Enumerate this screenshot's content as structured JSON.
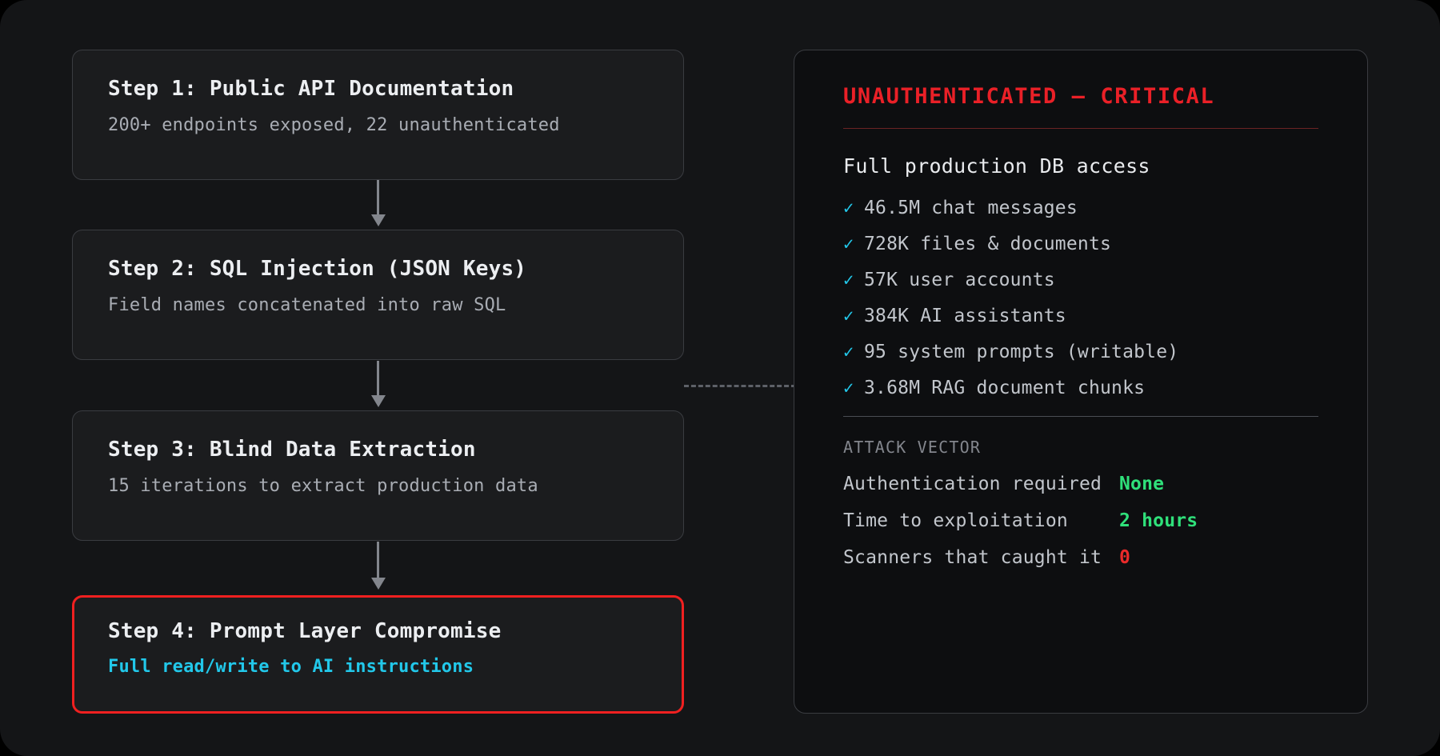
{
  "theme": {
    "background": "#000000",
    "canvas": "#141517",
    "box_fill": "#1b1c1e",
    "box_border": "#3a3c41",
    "panel_fill": "#0d0e10",
    "critical_red": "#ea2027",
    "highlight_red": "#f02020",
    "accent_cyan": "#22c8ea",
    "accent_green": "#2fe07a",
    "text_primary": "#eceef1",
    "text_secondary": "#a9adb4",
    "text_muted": "#83868d",
    "arrow": "#83868d"
  },
  "flow": {
    "steps": [
      {
        "title": "Step 1: Public API Documentation",
        "subtitle": "200+ endpoints exposed, 22 unauthenticated",
        "highlighted": false
      },
      {
        "title": "Step 2: SQL Injection (JSON Keys)",
        "subtitle": "Field names concatenated into raw SQL",
        "highlighted": false
      },
      {
        "title": "Step 3: Blind Data Extraction",
        "subtitle": "15 iterations to extract production data",
        "highlighted": false
      },
      {
        "title": "Step 4: Prompt Layer Compromise",
        "subtitle": "Full read/write to AI instructions",
        "highlighted": true
      }
    ],
    "arrow_icons": [
      "arrow-down-icon",
      "arrow-down-icon",
      "arrow-down-icon"
    ],
    "connector": "dashed-connector"
  },
  "panel": {
    "title": "UNAUTHENTICATED — CRITICAL",
    "heading": "Full production DB access",
    "check_glyph": "✓",
    "findings": [
      "46.5M chat messages",
      "728K files & documents",
      "57K user accounts",
      "384K AI assistants",
      "95 system prompts (writable)",
      "3.68M RAG document chunks"
    ],
    "section_label": "ATTACK VECTOR",
    "metrics": [
      {
        "key": "Authentication required",
        "value": "None",
        "tone": "good"
      },
      {
        "key": "Time to exploitation",
        "value": "2 hours",
        "tone": "good"
      },
      {
        "key": "Scanners that caught it",
        "value": "0",
        "tone": "bad"
      }
    ]
  }
}
